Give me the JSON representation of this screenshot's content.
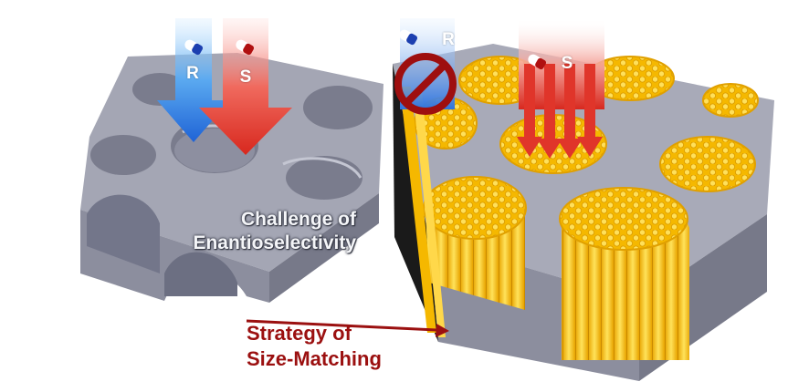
{
  "labels": {
    "challenge_line1": "Challenge of",
    "challenge_line2": "Enantioselectivity",
    "strategy_line1": "Strategy of",
    "strategy_line2": "Size-Matching",
    "left_arrow_r": "R",
    "left_arrow_s": "S",
    "right_arrow_r": "R",
    "right_arrow_s": "S"
  },
  "colors": {
    "block_top": "#a6a8b6",
    "block_side": "#7d7f8f",
    "block_front": "#8e90a0",
    "pore_fill": "#f7c21a",
    "r_arrow": "#2a7fe0",
    "s_arrow": "#e03a30",
    "strategy_arrow": "#9b1010"
  },
  "icons": [
    "prohibited-icon",
    "molecule-capsule-icon"
  ]
}
